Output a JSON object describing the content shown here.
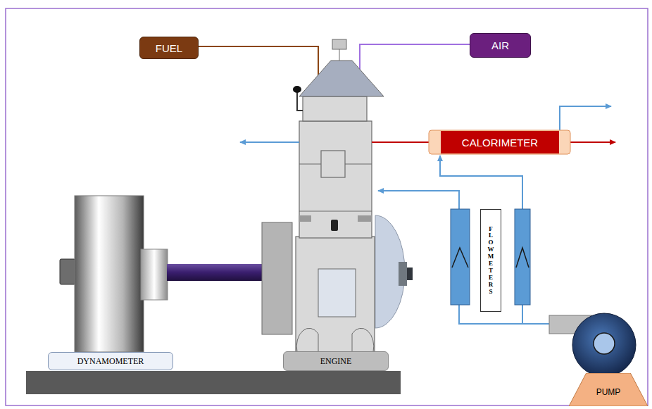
{
  "diagram": {
    "nodes": [
      {
        "text": [
          "FUEL"
        ]
      },
      {
        "text": [
          "AIR"
        ]
      },
      {
        "text": [
          "CALORIMETER"
        ]
      },
      {
        "text": [
          "FLOW METERS"
        ]
      },
      {
        "text": [
          "DYNAMOMETER"
        ]
      },
      {
        "text": [
          "ENGINE"
        ]
      },
      {
        "text": [
          "PUMP"
        ]
      }
    ]
  }
}
